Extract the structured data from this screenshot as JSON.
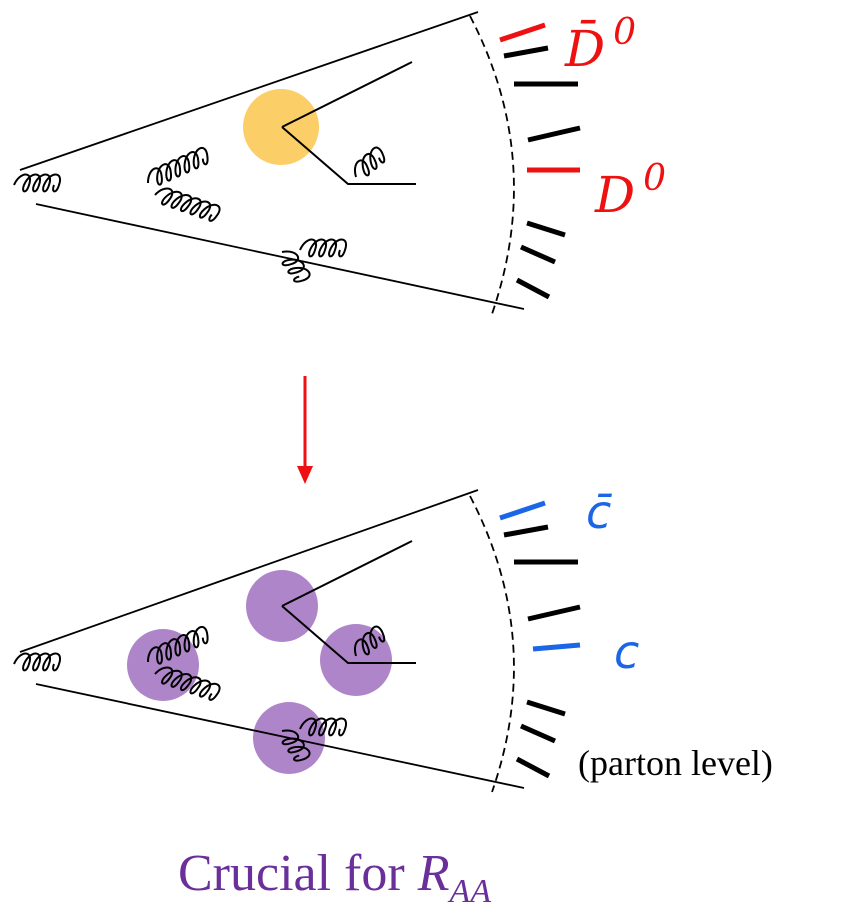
{
  "colors": {
    "hadron": "#ee1111",
    "quark": "#1a66e6",
    "hard_vertex": "#fbc54c",
    "medium_blob": "#a070c0",
    "caption": "#6a2f9a",
    "arrow": "#ee1111",
    "ink": "#000000"
  },
  "top_panel": {
    "particles": [
      {
        "label": "D̄",
        "sup": "0",
        "color_key": "hadron"
      },
      {
        "label": "D",
        "sup": "0",
        "color_key": "hadron"
      }
    ]
  },
  "bottom_panel": {
    "particles": [
      {
        "label": "c̄",
        "color_key": "quark"
      },
      {
        "label": "c",
        "color_key": "quark"
      }
    ],
    "note": "(parton level)"
  },
  "caption": {
    "text": "Crucial for ",
    "symbol": "R",
    "subscript": "AA"
  },
  "icons": {
    "transition": "down-arrow-icon"
  }
}
